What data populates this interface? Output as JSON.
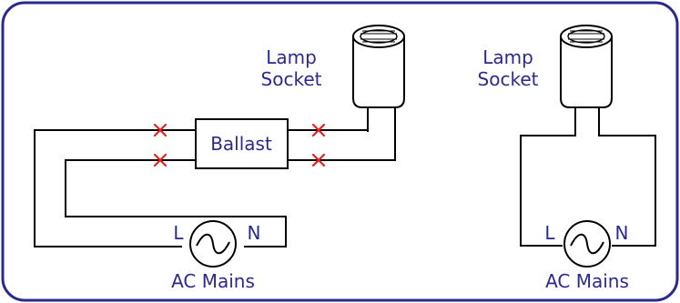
{
  "colors": {
    "frame": "#2a2a8c",
    "label": "#2a2a8c",
    "wire": "#000000",
    "cut_mark": "#e8201e"
  },
  "left_circuit": {
    "lamp_socket_line1": "Lamp",
    "lamp_socket_line2": "Socket",
    "ballast_label": "Ballast",
    "mains_label": "AC Mains",
    "live_label": "L",
    "neutral_label": "N",
    "cut_mark_count": 4
  },
  "right_circuit": {
    "lamp_socket_line1": "Lamp",
    "lamp_socket_line2": "Socket",
    "mains_label": "AC Mains",
    "live_label": "L",
    "neutral_label": "N"
  }
}
